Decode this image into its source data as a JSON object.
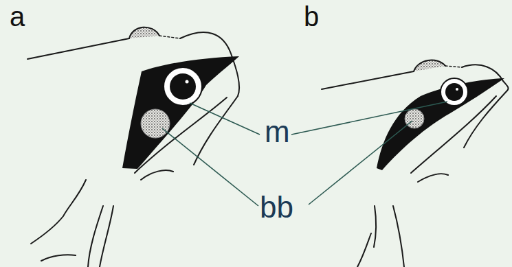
{
  "diagram": {
    "labels": [
      "a",
      "b",
      "m",
      "bb"
    ]
  }
}
